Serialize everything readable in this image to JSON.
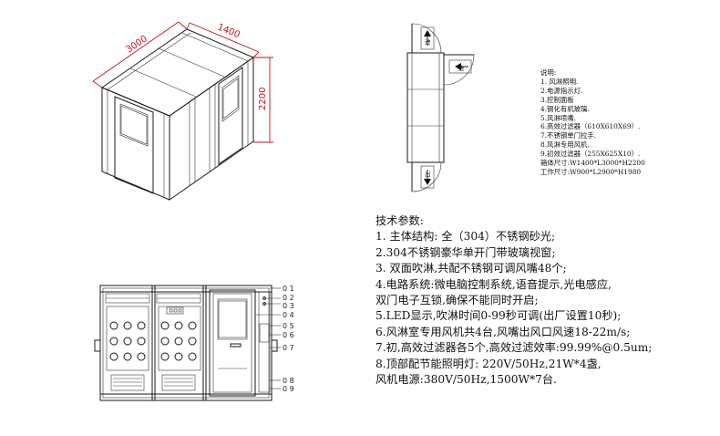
{
  "dimensions": {
    "length": "3000",
    "width": "1400",
    "height": "2200"
  },
  "arrows": {
    "in_label": "进",
    "out_label": "出"
  },
  "notes": {
    "title": "说明:",
    "items": [
      "1. 风淋照明.",
      "2.电源指示灯.",
      "3.控制面板",
      "4.钢化有机玻璃.",
      "5.风淋喷嘴.",
      "6.高效过滤器（610X610X69）.",
      "7.不锈钢单门拉手.",
      "8.风淋专用风机.",
      "9.初效过滤器（255X625X10）.",
      "箱体尺寸:W1400*L3000*H2200",
      "工作尺寸:W900*L2900*H1980"
    ]
  },
  "specs": {
    "title": "技术参数:",
    "lines": [
      "1. 主体结构: 全（304）不锈钢砂光;",
      "2.304不锈钢豪华单开门带玻璃视窗;",
      "3. 双面吹淋,共配不锈钢可调风嘴48个;",
      "4.电路系统:微电脑控制系统,语音提示,光电感应,",
      "双门电子互锁,确保不能同时开启;",
      "5.LED显示,吹淋时间0-99秒可调(出厂设置10秒);",
      "6.风淋室专用风机共4台,风嘴出风口风速18-22m/s;",
      "7.初,高效过滤器各5个,高效过滤效率:99.99%@0.5um;",
      "8.顶部配节能照明灯: 220V/50Hz,21W*4盏,",
      "风机电源:380V/50Hz,1500W*7台."
    ]
  },
  "callouts": [
    "0 1",
    "0 2",
    "0 3",
    "0 4",
    "0 5",
    "0 6",
    "0 7",
    "0 8",
    "0 9"
  ],
  "colors": {
    "dimension": "#c4121a",
    "line": "#1a1a1a"
  }
}
